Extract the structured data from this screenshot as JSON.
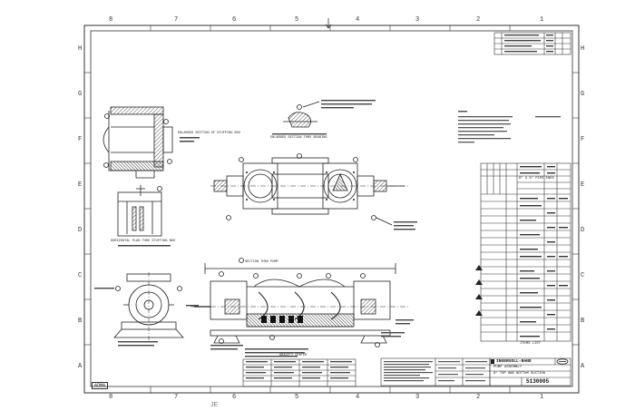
{
  "drawing": {
    "drawing_number": "5130005",
    "company": "INGERSOLL-RAND",
    "sheet_tag": "ADMA",
    "footer_mark": "JE",
    "title_line_1": "PUMP ASSEMBLY",
    "title_line_2": "8\" TSP AND BOTTOM SUCTION",
    "list_label": "ITEMS LIST",
    "material_label": "8\" X 8\" PIPE ENDS"
  },
  "border": {
    "top_columns": [
      "8",
      "7",
      "6",
      "5",
      "4",
      "3",
      "2",
      "1"
    ],
    "bottom_columns": [
      "8",
      "7",
      "6",
      "5",
      "4",
      "3",
      "2",
      "1"
    ],
    "left_rows": [
      "H",
      "G",
      "F",
      "E",
      "D",
      "C",
      "B",
      "A"
    ],
    "right_rows": [
      "H",
      "G",
      "F",
      "E",
      "D",
      "C",
      "B",
      "A"
    ]
  },
  "views": {
    "stuffing_box": "ENLARGED SECTION OF STUFFING BOX",
    "bearing": "ENLARGED SECTION THRU BEARING",
    "spring_detail": "HORIZONTAL PLAN THRU STUFFING BOX",
    "section_view": "SECTION THRU PUMP",
    "gravity_label": "GRAVITY CENTER"
  }
}
